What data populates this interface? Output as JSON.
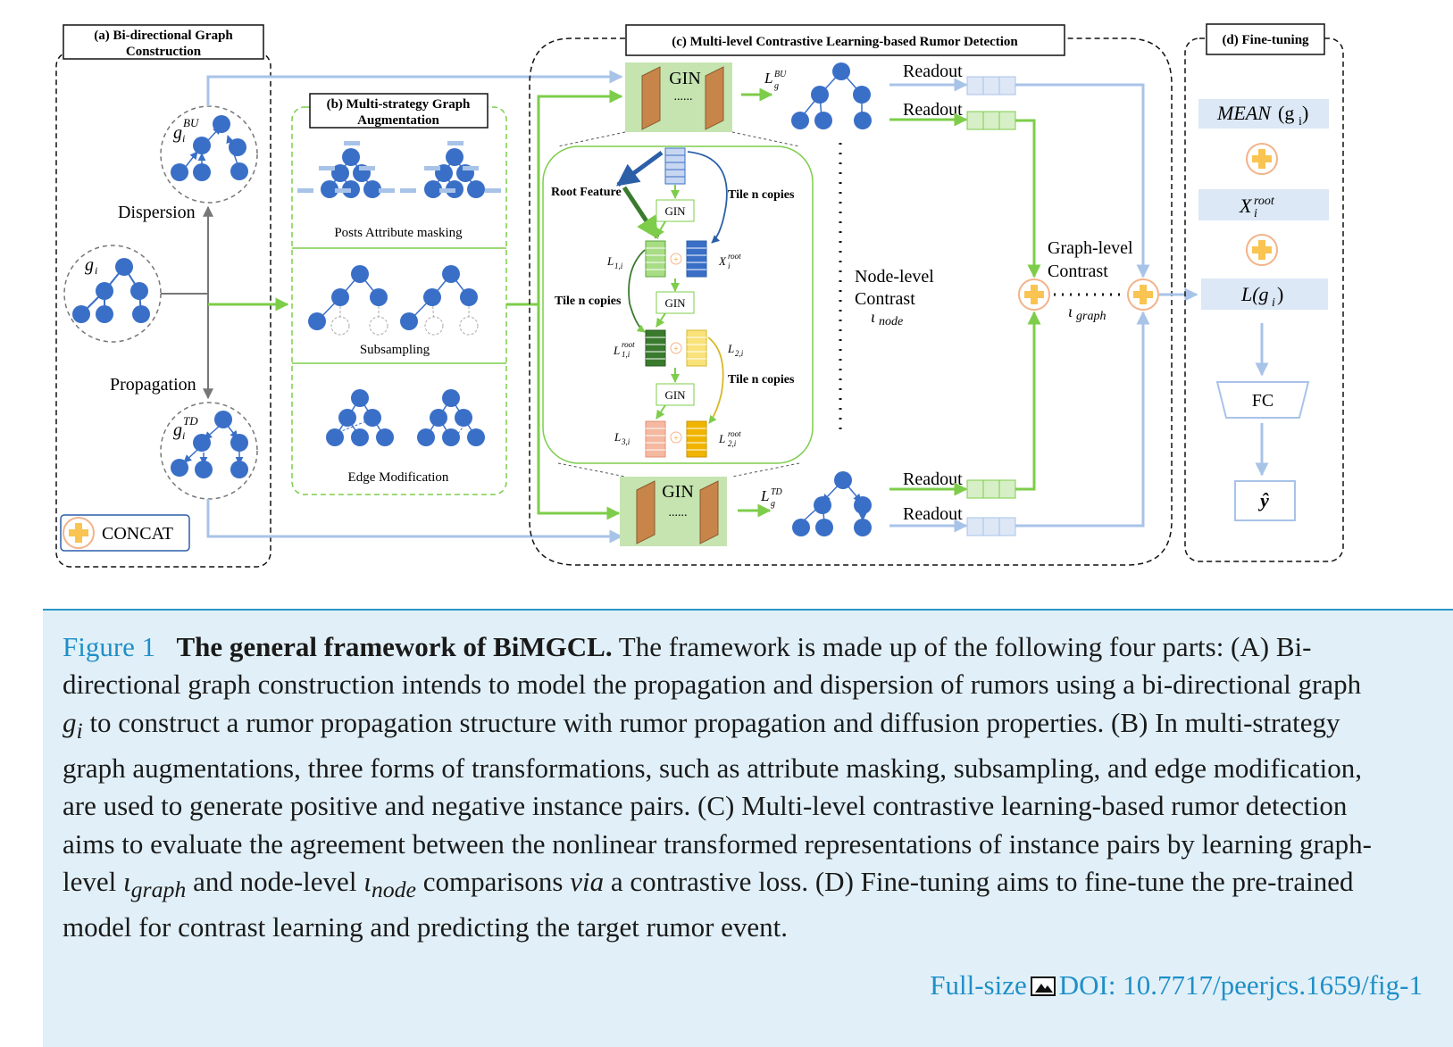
{
  "sections": {
    "a_title": [
      "(a) Bi-directional Graph",
      "Construction"
    ],
    "b_title": [
      "(b) Multi-strategy Graph",
      "Augmentation"
    ],
    "c_title": "(c) Multi-level Contrastive Learning-based Rumor Detection",
    "d_title": "(d) Fine-tuning"
  },
  "part_a": {
    "g_bu": "g",
    "g_bu_sup": "BU",
    "g_bu_sub": "i",
    "g_td": "g",
    "g_td_sup": "TD",
    "g_td_sub": "i",
    "g_i": "g",
    "g_i_sub": "i",
    "dispersion": "Dispersion",
    "propagation": "Propagation",
    "concat": "CONCAT"
  },
  "part_b": {
    "attr_masking": "Posts Attribute masking",
    "subsampling": "Subsampling",
    "edge_mod": "Edge Modification"
  },
  "part_c": {
    "gin": "GIN",
    "dots": "......",
    "l_bu": "L",
    "l_bu_sup": "BU",
    "l_bu_sub": "g",
    "l_td": "L",
    "l_td_sup": "TD",
    "l_td_sub": "g",
    "readout": "Readout",
    "root_feature": "Root Feature",
    "tile_n_copies": "Tile n copies",
    "l1": "L",
    "l1_sub": "1,i",
    "x_root": "X",
    "x_root_sup": "root",
    "x_root_sub": "i",
    "l1_root": "L",
    "l1_root_sup": "root",
    "l1_root_sub": "1,i",
    "l2": "L",
    "l2_sub": "2,i",
    "l3": "L",
    "l3_sub": "3,i",
    "l2_root": "L",
    "l2_root_sup": "root",
    "l2_root_sub": "2,i",
    "node_level": [
      "Node-level",
      "Contrast"
    ],
    "iota_node": "ι",
    "iota_node_sub": "node",
    "graph_level": [
      "Graph-level",
      "Contrast"
    ],
    "iota_graph": "ι",
    "iota_graph_sub": "graph"
  },
  "part_d": {
    "mean": "MEAN",
    "mean_arg": "(g",
    "mean_arg_sub": "i",
    "mean_close": ")",
    "x_root": "X",
    "x_root_sup": "root",
    "x_root_sub": "i",
    "l_g": "L(g",
    "l_g_sub": "i",
    "l_g_close": ")",
    "fc": "FC",
    "y_hat": "ŷ"
  },
  "caption": {
    "label": "Figure 1",
    "title": "The general framework of BiMGCL.",
    "text_1": " The framework is made up of the following four parts: (A) Bi-directional graph construction intends to model the propagation and dispersion of rumors using a bi-directional graph ",
    "g_var": "g",
    "g_sub": "i",
    "text_2": " to construct a rumor propagation structure with rumor propagation and diffusion properties. (B) In multi-strategy graph augmentations, three forms of transformations, such as attribute masking, subsampling, and edge modification, are used to generate positive and negative instance pairs. (C) Multi-level contrastive learning-based rumor detection aims to evaluate the agreement between the nonlinear transformed representations of instance pairs by learning graph-level ",
    "iota": "ι",
    "graph_sub": "graph",
    "text_3": " and node-level ",
    "iota2": "ι",
    "node_sub": "node",
    "text_4": " comparisons ",
    "via": "via",
    "text_5": " a contrastive loss. (D) Fine-tuning aims to fine-tune the pre-trained model for contrast learning and predicting the target rumor event.",
    "full_size": "Full-size",
    "doi": "DOI: 10.7717/peerjcs.1659/fig-1"
  },
  "colors": {
    "node_blue": "#3a6fc7",
    "arrow_green": "#7dcd4a",
    "arrow_blue": "#a8c3e8",
    "gin_bg": "#c5e4b0",
    "caption_bg": "#e1f0f8",
    "caption_blue": "#1f8fc8"
  }
}
